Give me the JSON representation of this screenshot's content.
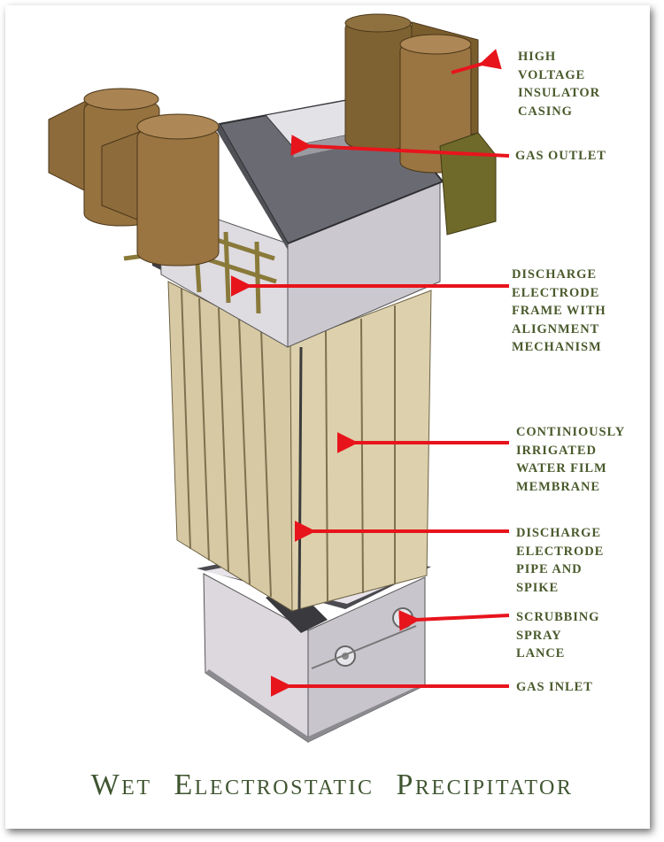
{
  "title": "Wet Electrostatic Precipitator",
  "labels": {
    "high_voltage_insulator_casing": [
      "HIGH",
      "VOLTAGE",
      "INSULATOR",
      "CASING"
    ],
    "gas_outlet": [
      "GAS  OUTLET"
    ],
    "discharge_electrode_frame": [
      "DISCHARGE",
      "ELECTRODE",
      "FRAME  WITH",
      "ALIGNMENT",
      "MECHANISM"
    ],
    "water_film_membrane": [
      "CONTINIOUSLY",
      "IRRIGATED",
      "WATER  FILM",
      "MEMBRANE"
    ],
    "discharge_electrode_pipe": [
      "DISCHARGE",
      "ELECTRODE",
      "PIPE  AND",
      "SPIKE"
    ],
    "scrubbing_spray_lance": [
      "SCRUBBING",
      "SPRAY",
      "LANCE"
    ],
    "gas_inlet": [
      "GAS  INLET"
    ]
  },
  "colors": {
    "arrow": "#e8141c",
    "label_text": "#4a5a2c",
    "insulator": "#8a6a3a",
    "membrane": "#d8c9a4",
    "housing": "#dcdce0",
    "roof": "#5f6066"
  }
}
